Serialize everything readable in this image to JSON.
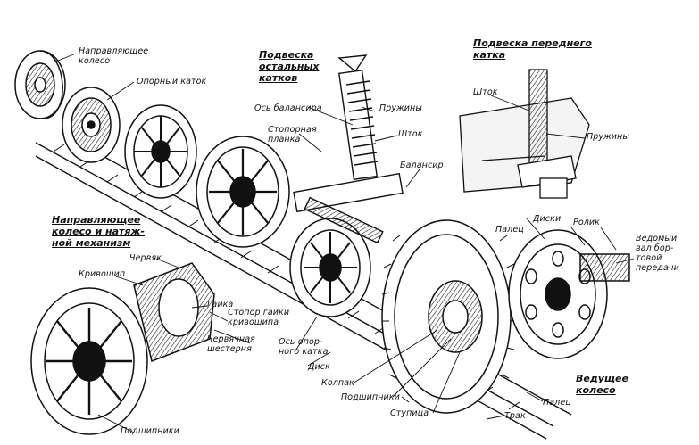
{
  "colors": {
    "ink": "#111111",
    "paper": "#ffffff",
    "shade": "#8a8a8a"
  },
  "headings": {
    "suspension_other": "Подвеска\nостальных\nкатков",
    "suspension_front": "Подвеска переднего\nкатка",
    "idler_mechanism": "Направляющее\nколесо и натяж-\nной механизм",
    "drive_wheel": "Ведущее\nколесо"
  },
  "labels": {
    "idler_wheel": "Направляющее\nколесо",
    "road_wheel": "Опорный каток",
    "balancer_axle": "Ось балансира",
    "springs_main": "Пружины",
    "stop_plate": "Стопорная\nпланка",
    "rod_main": "Шток",
    "balancer": "Балансир",
    "rod_front": "Шток",
    "springs_front": "Пружины",
    "pin_top": "Палец",
    "discs": "Диски",
    "roller": "Ролик",
    "driven_shaft": "Ведомый\nвал бор-\nтовой\nпередачи",
    "worm": "Червяк",
    "crank": "Кривошип",
    "nut": "Гайка",
    "crank_nut_stopper": "Стопор гайки\nкривошипа",
    "worm_gear": "Червячная\nшестерня",
    "wheel_axle": "Ось опор-\nного катка",
    "disc": "Диск",
    "cap": "Колпак",
    "bearings_center": "Подшипники",
    "hub": "Ступица",
    "pin_bottom": "Палец",
    "track": "Трак",
    "bearings_bottom": "Подшипники"
  }
}
